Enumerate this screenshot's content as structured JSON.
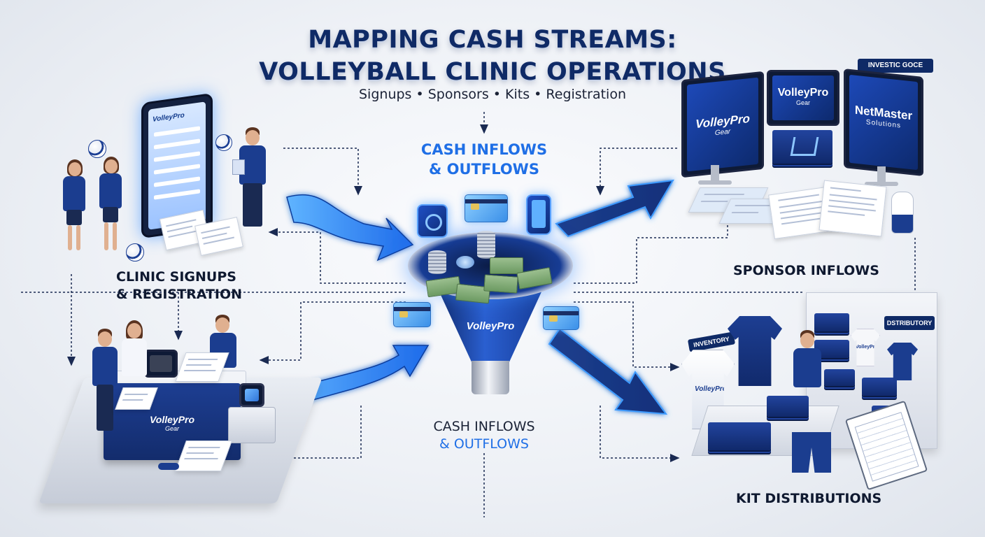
{
  "title": {
    "line1": "MAPPING CASH STREAMS:",
    "line2": "VOLLEYBALL CLINIC OPERATIONS"
  },
  "subtitle": "Signups • Sponsors • Kits • Registration",
  "labels": {
    "top_center": [
      "CASH INFLOWS",
      "& OUTFLOWS"
    ],
    "bottom_center": [
      "CASH INFLOWS",
      "& OUTFLOWS"
    ],
    "clinic": [
      "CLINIC SIGNUPS",
      "& REGISTRATION"
    ],
    "sponsor": "SPONSOR INFLOWS",
    "kits": "KIT DISTRIBUTIONS"
  },
  "brands": {
    "tablet": "VolleyPro",
    "counter": "VolleyPro",
    "counter_sub": "Gear",
    "funnel": "VolleyPro",
    "sponsor_monitor": "VolleyPro",
    "sponsor_monitor_sub": "Gear",
    "sponsor_badge": "VolleyPro",
    "sponsor_badge_sub": "Gear",
    "netmaster": "NetMaster",
    "netmaster_sub": "Solutions",
    "sign_sponsor": "INVESTIC GOCE",
    "inventory_sign": "INVENTORY",
    "distribution_sign": "DSTRIBUTORY",
    "jersey": "VolleyPro",
    "rack_shirt": "VolleyPro"
  },
  "colors": {
    "navy": "#0f2a66",
    "brand_blue": "#1b3d8f",
    "accent_blue": "#1f6fe6",
    "glow_blue": "#3e9bff"
  }
}
